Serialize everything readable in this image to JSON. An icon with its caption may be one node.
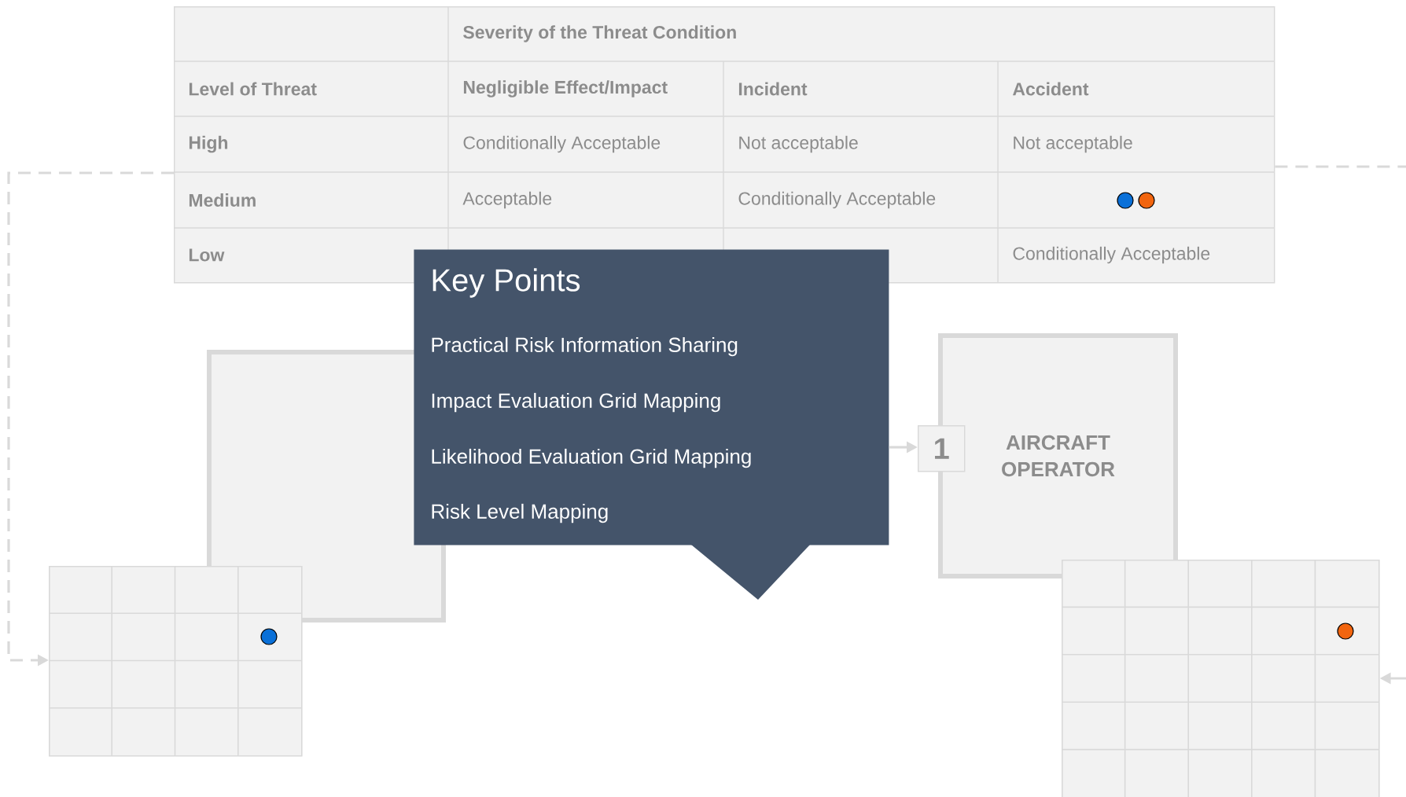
{
  "diagram": {
    "nodes": [
      {
        "text": [],
        "shape": "box"
      },
      {
        "text": [
          "Key Points",
          "Practical Risk Information Sharing",
          "Impact Evaluation Grid Mapping",
          "Likelihood Evaluation Grid Mapping",
          "Risk Level Mapping"
        ]
      },
      {
        "text": [],
        "shape": "box"
      },
      {
        "text": [],
        "shape": "grid"
      },
      {
        "text": [
          "1"
        ]
      },
      {
        "text": [
          "AIRCRAFT OPERATOR"
        ]
      },
      {
        "text": [],
        "shape": "grid"
      }
    ],
    "edges": [
      {
        "from": 0,
        "to": 3,
        "arrow": "to",
        "style": "dashed"
      },
      {
        "from": 0,
        "to": null,
        "arrow": "none",
        "style": "dashed"
      },
      {
        "from": null,
        "to": 6,
        "arrow": "to"
      },
      {
        "from": 1,
        "to": 4,
        "arrow": "to"
      }
    ],
    "labels": [
      "Severity of the Threat Condition",
      "Level of Threat",
      "Negligible Effect/Impact",
      "Incident",
      "Accident",
      "High",
      "Conditionally Acceptable",
      "Not acceptable",
      "Not acceptable",
      "Medium",
      "Acceptable",
      "Conditionally Acceptable",
      "Low",
      "Conditionally Acceptable"
    ]
  }
}
